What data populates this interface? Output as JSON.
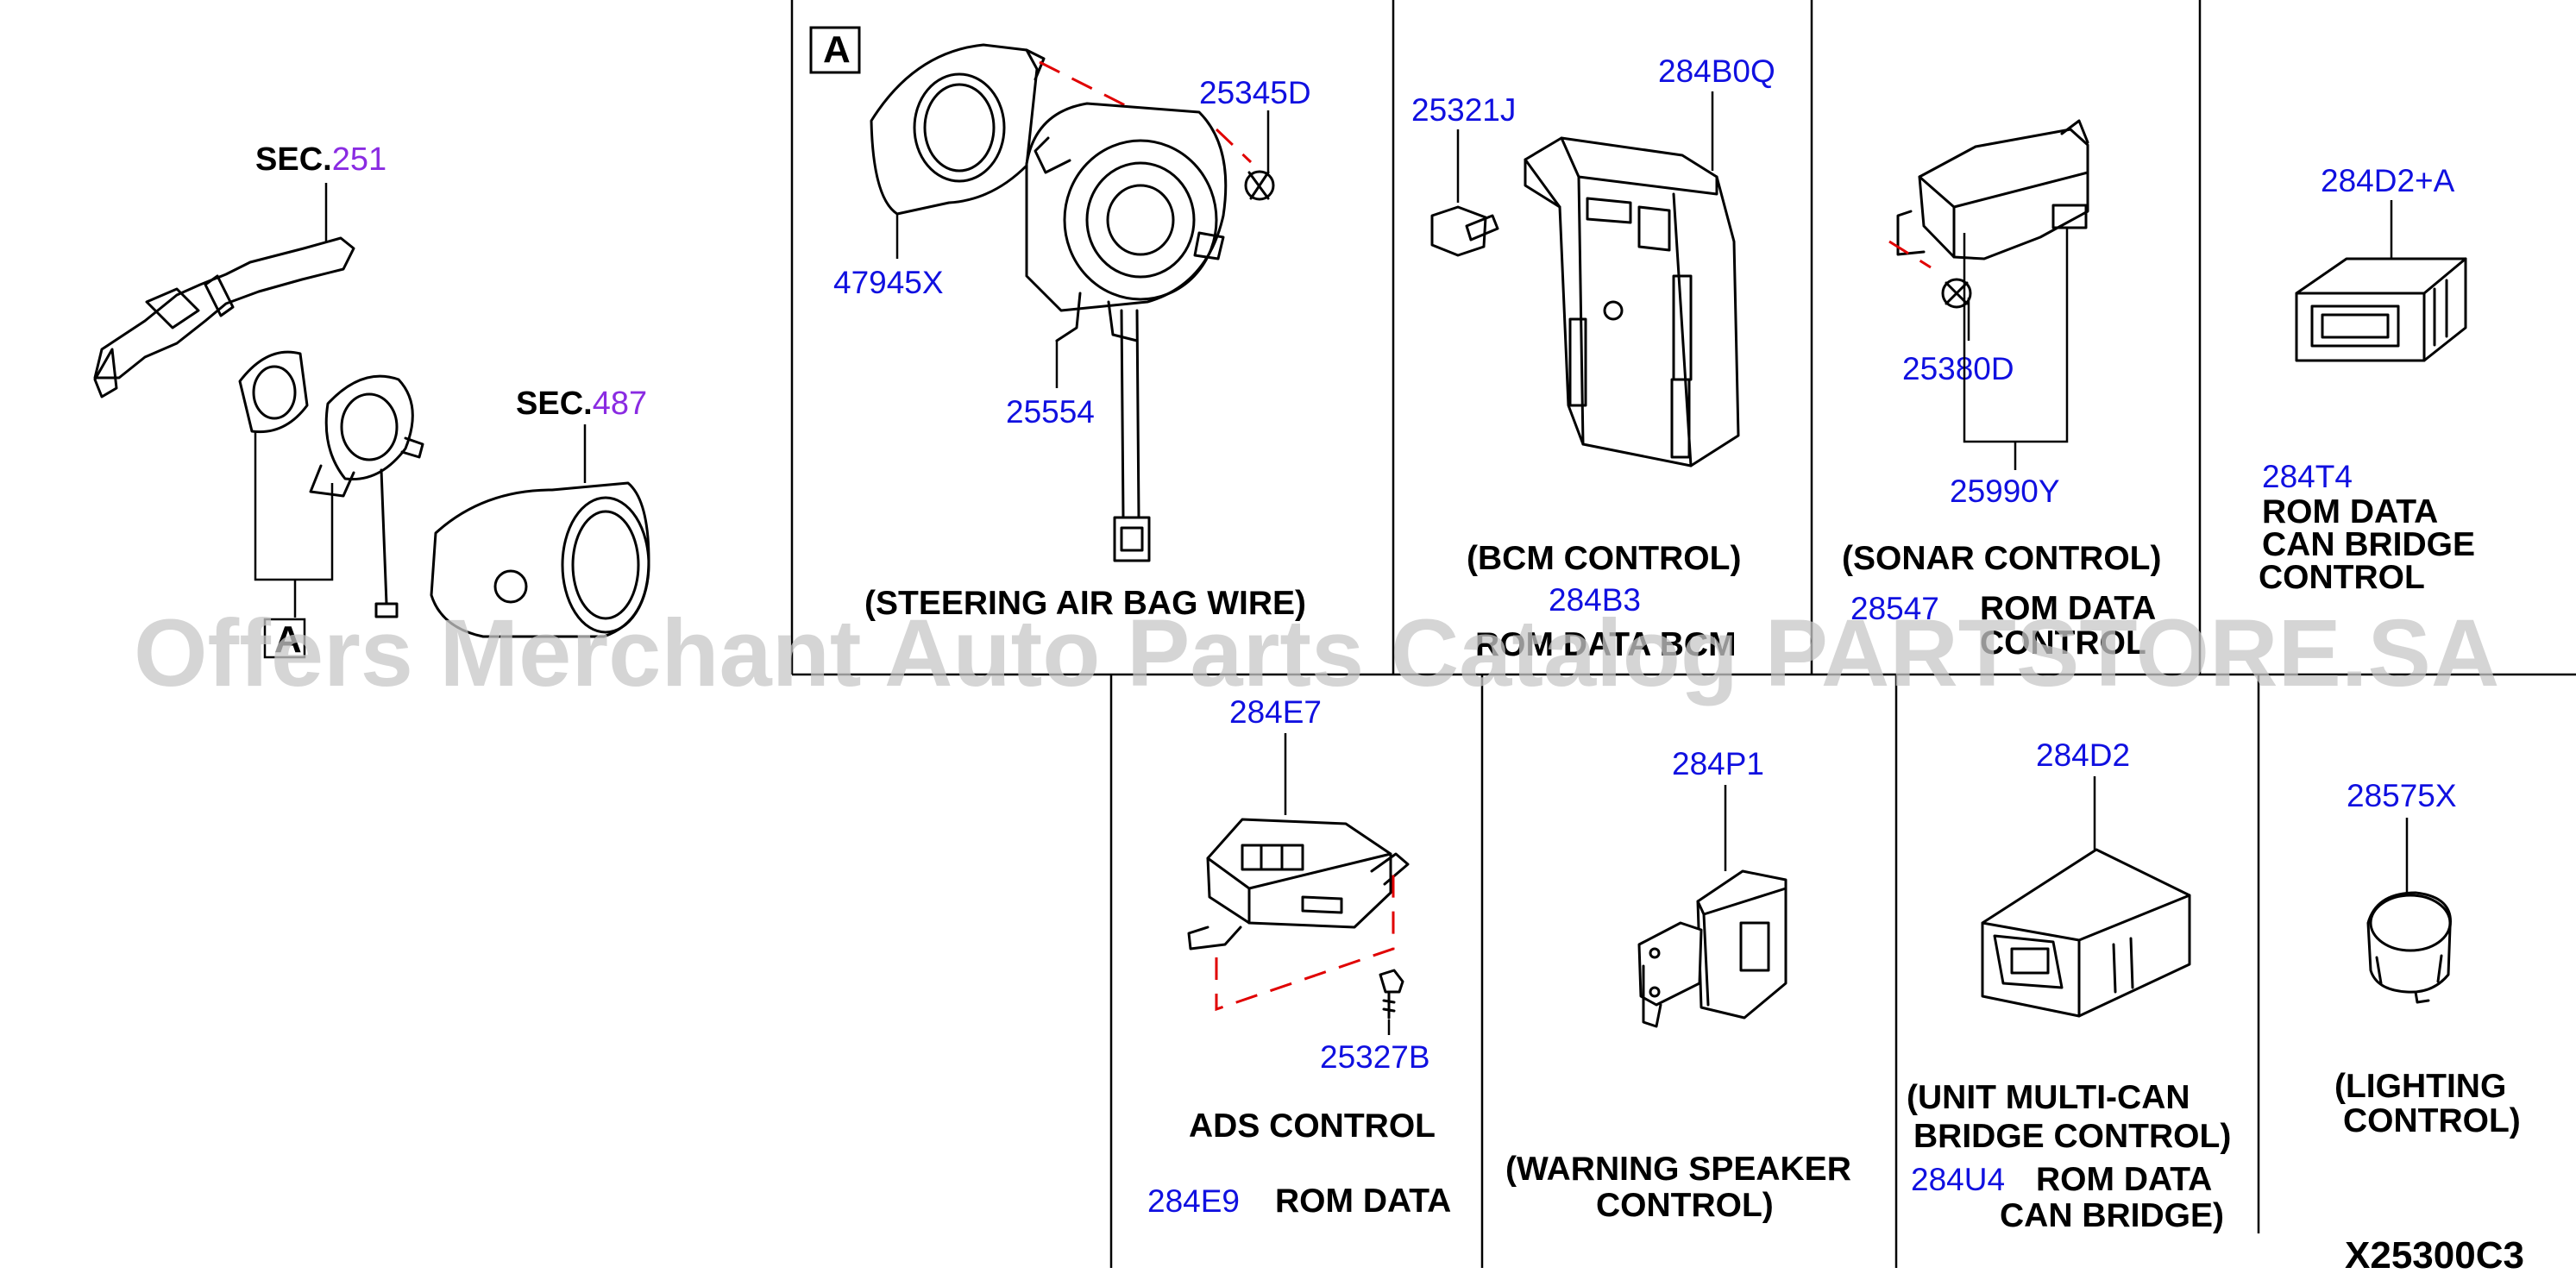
{
  "sections": {
    "sec251": {
      "prefix": "SEC.",
      "number": "251"
    },
    "sec487": {
      "prefix": "SEC.",
      "number": "487"
    }
  },
  "refs": {
    "a_box": "A",
    "a_label": "A"
  },
  "parts": {
    "p47945X": "47945X",
    "p25345D": "25345D",
    "p25554": "25554",
    "p25321J": "25321J",
    "p284B0Q": "284B0Q",
    "p284B3": "284B3",
    "p25380D": "25380D",
    "p25990Y": "25990Y",
    "p28547": "28547",
    "p284D2A": "284D2+A",
    "p284T4": "284T4",
    "p284E7": "284E7",
    "p25327B": "25327B",
    "p284E9": "284E9",
    "p284P1": "284P1",
    "p284D2": "284D2",
    "p284U4": "284U4",
    "p28575X": "28575X"
  },
  "captions": {
    "steering": "(STEERING AIR BAG WIRE)",
    "bcm": "(BCM CONTROL)",
    "rom_bcm": "ROM DATA BCM",
    "sonar": "(SONAR CONTROL)",
    "rom_control_1": "ROM DATA",
    "rom_control_2": "CONTROL",
    "rom_can_1": "ROM DATA",
    "rom_can_2": "CAN BRIDGE",
    "rom_can_3": "CONTROL",
    "ads": "ADS CONTROL",
    "rom_data": "ROM DATA",
    "warning_1": "(WARNING SPEAKER",
    "warning_2": "CONTROL)",
    "unit_1": "(UNIT MULTI-CAN",
    "unit_2": "BRIDGE CONTROL)",
    "rom_bridge_1": "ROM DATA",
    "rom_bridge_2": "CAN BRIDGE)",
    "lighting_1": "(LIGHTING",
    "lighting_2": "CONTROL)"
  },
  "figure_id": "X25300C3",
  "watermark": "Offers Merchant Auto Parts Catalog PARTSTORE.SA",
  "colors": {
    "part_number": "#1010e0",
    "section_number": "#8a2be2",
    "alignment_line": "#e00000",
    "watermark": "#c8c8c8"
  }
}
